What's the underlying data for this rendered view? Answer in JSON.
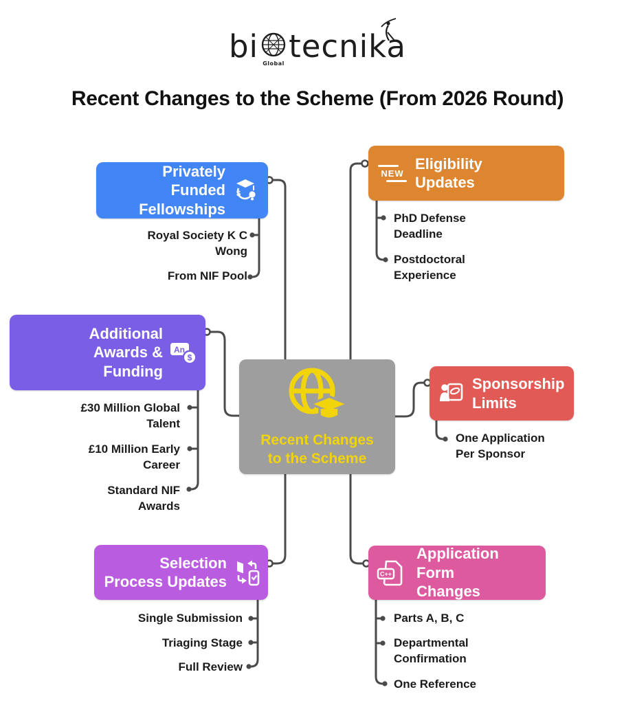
{
  "logo": {
    "parts": [
      "bi",
      "tecni",
      "ka"
    ],
    "globe_label": "Global"
  },
  "title": "Recent Changes to the Scheme (From 2026 Round)",
  "center": {
    "label_lines": [
      "Recent Changes",
      "to the Scheme"
    ],
    "icon": "globe-graduation-icon",
    "bg_color": "#9E9E9E",
    "fg_color": "#F2D40B"
  },
  "connector_color": "#4a4a4a",
  "branches": [
    {
      "id": "privately-funded-fellowships",
      "label_lines": [
        "Privately Funded",
        "Fellowships"
      ],
      "color": "#4285F4",
      "icon": "scholarship-icon",
      "children": [
        [
          "Royal Society K C",
          "Wong"
        ],
        [
          "From NIF Pool"
        ]
      ]
    },
    {
      "id": "eligibility-updates",
      "label_lines": [
        "Eligibility",
        "Updates"
      ],
      "color": "#DE8530",
      "icon": "new-badge-icon",
      "children": [
        [
          "PhD Defense",
          "Deadline"
        ],
        [
          "Postdoctoral",
          "Experience"
        ]
      ]
    },
    {
      "id": "additional-awards-funding",
      "label_lines": [
        "Additional",
        "Awards &",
        "Funding"
      ],
      "color": "#7A5FE6",
      "icon": "currency-exchange-icon",
      "children": [
        [
          "£30 Million Global",
          "Talent"
        ],
        [
          "£10 Million Early",
          "Career"
        ],
        [
          "Standard NIF",
          "Awards"
        ]
      ]
    },
    {
      "id": "sponsorship-limits",
      "label_lines": [
        "Sponsorship",
        "Limits"
      ],
      "color": "#E25A55",
      "icon": "sponsor-check-icon",
      "children": [
        [
          "One Application",
          "Per Sponsor"
        ]
      ]
    },
    {
      "id": "selection-process-updates",
      "label_lines": [
        "Selection",
        "Process Updates"
      ],
      "color": "#BA5CDF",
      "icon": "sync-review-icon",
      "children": [
        [
          "Single Submission"
        ],
        [
          "Triaging Stage"
        ],
        [
          "Full Review"
        ]
      ]
    },
    {
      "id": "application-form-changes",
      "label_lines": [
        "Application Form",
        "Changes"
      ],
      "color": "#DD5A9E",
      "icon": "form-document-icon",
      "children": [
        [
          "Parts A, B, C"
        ],
        [
          "Departmental",
          "Confirmation"
        ],
        [
          "One Reference"
        ]
      ]
    }
  ]
}
